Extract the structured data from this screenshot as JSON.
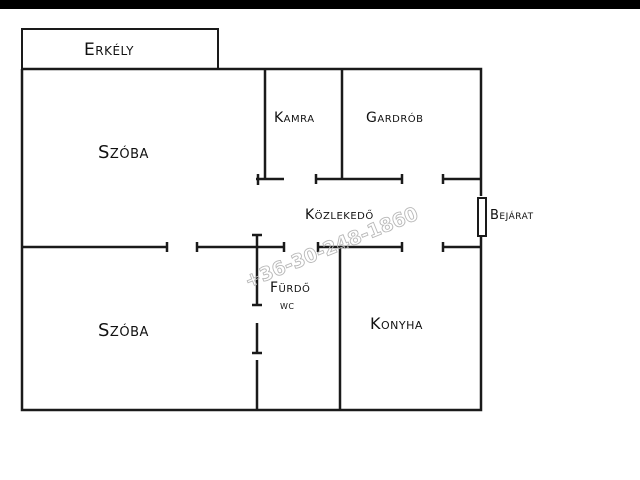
{
  "plan": {
    "balcony": "Erkély",
    "rooms": {
      "room_top": "Szóba",
      "room_bottom": "Szóba",
      "pantry": "Kamra",
      "wardrobe": "Gardrób",
      "hallway": "Közlekedő",
      "entrance": "Bejárat",
      "bathroom": "Fürdő",
      "wc": "wc",
      "kitchen": "Konyha"
    },
    "watermark": "+36-30-248-1860"
  },
  "colors": {
    "wall": "#1a1a1a",
    "background": "#ffffff",
    "watermark": "#b8b8b8"
  }
}
